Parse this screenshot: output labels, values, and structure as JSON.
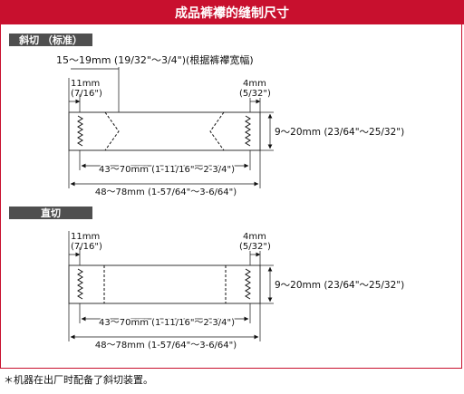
{
  "title": "成品裤襻的缝制尺寸",
  "sections": {
    "angled": {
      "label": "斜切 （标准）",
      "range_label": "15～19mm (19/32\"～3/4\")(根据裤襻宽幅)",
      "left_dim": "11mm",
      "left_dim_inch": "(7/16\")",
      "right_dim": "4mm",
      "right_dim_inch": "(5/32\")",
      "height_dim": "9～20mm (23/64\"～25/32\")",
      "inner_dim": "43～70mm (1-11/16\"～2-3/4\")",
      "outer_dim": "48～78mm (1-57/64\"～3-6/64\")"
    },
    "straight": {
      "label": "直切",
      "left_dim": "11mm",
      "left_dim_inch": "(7/16\")",
      "right_dim": "4mm",
      "right_dim_inch": "(5/32\")",
      "height_dim": "9～20mm (23/64\"～25/32\")",
      "inner_dim": "43～70mm (1-11/16\"～2-3/4\")",
      "outer_dim": "48～78mm (1-57/64\"～3-6/64\")"
    }
  },
  "note": "＊机器在出厂时配备了斜切装置。",
  "colors": {
    "accent": "#c8102e",
    "tab": "#4f4f4f"
  }
}
